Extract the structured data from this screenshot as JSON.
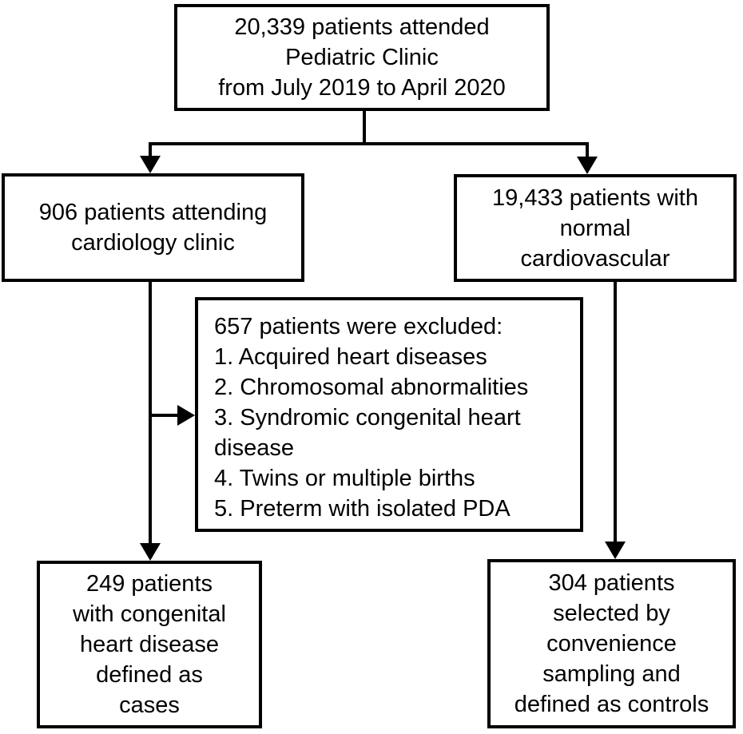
{
  "figure": {
    "bg_color": "#ffffff",
    "line_color": "#000000",
    "text_color": "#000000"
  },
  "nodes": {
    "pediatric": {
      "lines": [
        "20,339 patients attended",
        "Pediatric Clinic",
        "from July 2019 to April 2020"
      ]
    },
    "cardiology": {
      "lines": [
        "906 patients attending",
        "cardiology clinic"
      ]
    },
    "normal": {
      "lines": [
        "19,433 patients with",
        "normal",
        "cardiovascular"
      ]
    },
    "excluded": {
      "lines": [
        "657 patients were excluded:",
        "1. Acquired heart diseases",
        "2. Chromosomal abnormalities",
        "3. Syndromic congenital heart",
        "disease",
        "4. Twins or multiple births",
        "5. Preterm with isolated PDA"
      ]
    },
    "cases": {
      "lines": [
        "249 patients",
        "with congenital",
        "heart disease",
        "defined as",
        "cases"
      ]
    },
    "controls": {
      "lines": [
        "304 patients",
        "selected by",
        "convenience",
        "sampling and",
        "defined as controls"
      ]
    }
  }
}
